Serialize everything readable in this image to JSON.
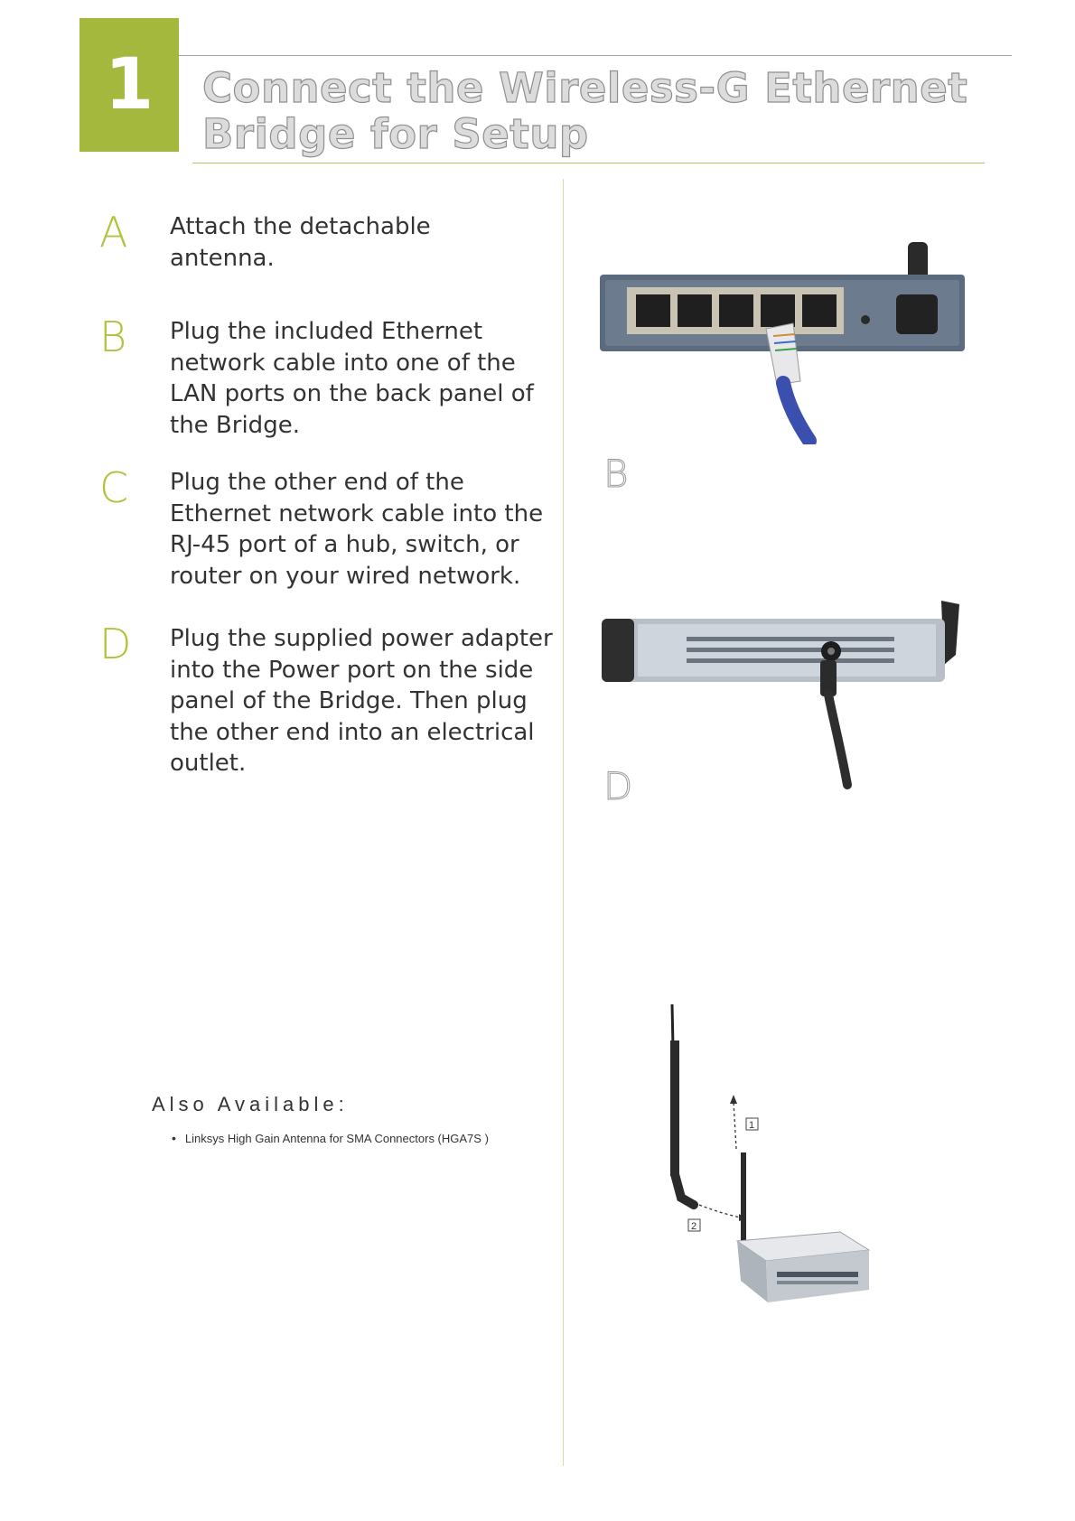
{
  "header": {
    "step_number": "1",
    "title_line1": "Connect the Wireless-G Ethernet",
    "title_line2": "Bridge for Setup"
  },
  "steps": [
    {
      "letter": "A",
      "text": "Attach the detachable antenna."
    },
    {
      "letter": "B",
      "text": "Plug the included Ethernet network cable into one of the LAN ports on the back panel of the Bridge."
    },
    {
      "letter": "C",
      "text": "Plug the other end of the Ethernet network cable into the RJ-45 port of a hub, switch, or router on your wired network."
    },
    {
      "letter": "D",
      "text": "Plug the supplied power adapter into the Power port on the side panel of the Bridge. Then plug the other end into an electrical outlet."
    }
  ],
  "figures": {
    "b_label": "B",
    "d_label": "D",
    "antenna_callout_1": "1",
    "antenna_callout_2": "2"
  },
  "also_available": {
    "title": "Also Available:",
    "items": [
      "Linksys High Gain Antenna for  SMA Connectors (HGA7S )"
    ]
  },
  "colors": {
    "accent_green": "#a3b83c",
    "title_gray": "#dcdcdc",
    "body_text": "#333333"
  }
}
